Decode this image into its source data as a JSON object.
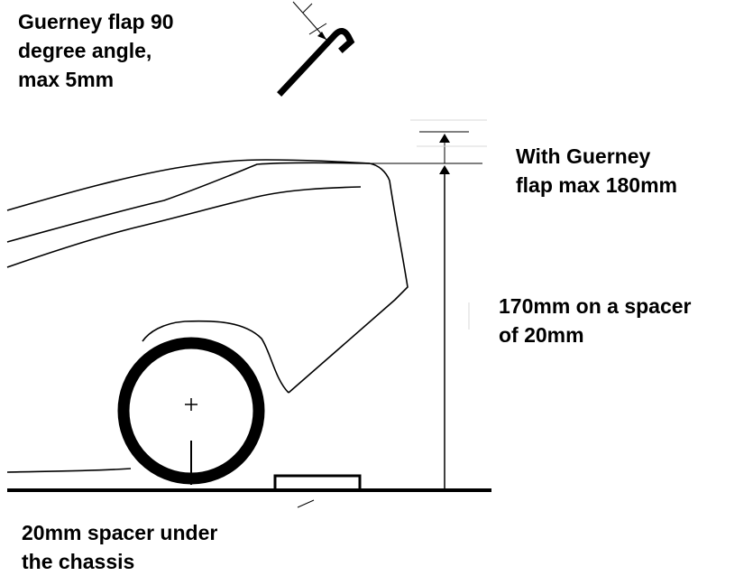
{
  "labels": {
    "guerney": {
      "line1": "Guerney flap 90",
      "line2": "degree angle,",
      "line3": "max 5mm"
    },
    "with_guerney": {
      "line1": "With Guerney",
      "line2": "flap max 180mm"
    },
    "height": {
      "line1": "170mm on a spacer",
      "line2": "of 20mm"
    },
    "spacer": {
      "line1": "20mm spacer under",
      "line2": "the chassis"
    }
  },
  "colors": {
    "ink": "#000000",
    "background": "#ffffff",
    "faint": "#d9d9d9"
  },
  "icons": {
    "flap_detail": "guerney-flap-profile-icon",
    "wheel": "wheel-icon",
    "axle": "axle-center-cross-icon"
  }
}
